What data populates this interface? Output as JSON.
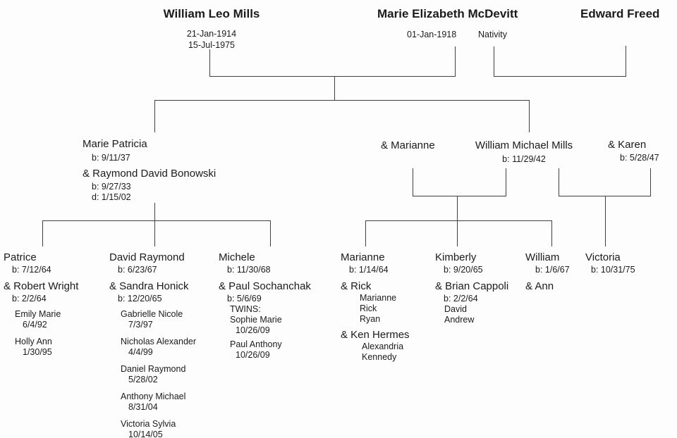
{
  "colors": {
    "background": "#fdfdfd",
    "text": "#1b1b1b",
    "line": "#404040"
  },
  "gen1": {
    "william_leo": {
      "name": "William Leo Mills",
      "birth": "21-Jan-1914",
      "death": "15-Jul-1975"
    },
    "marie_elizabeth": {
      "name": "Marie Elizabeth McDevitt",
      "birth": "01-Jan-1918",
      "note": "Nativity"
    },
    "edward": {
      "name": "Edward Freed"
    }
  },
  "gen2": {
    "marie_patricia": {
      "name": "Marie Patricia",
      "birth": "b: 9/11/37",
      "spouse": "& Raymond David Bonowski",
      "spouse_birth": "b: 9/27/33",
      "spouse_death": "d: 1/15/02"
    },
    "marianne": {
      "name": "& Marianne"
    },
    "william_michael": {
      "name": "William Michael Mills",
      "birth": "b: 11/29/42"
    },
    "karen": {
      "name": "& Karen",
      "birth": "b: 5/28/47"
    }
  },
  "gen3": {
    "patrice": {
      "name": "Patrice",
      "birth": "b: 7/12/64",
      "spouse": "& Robert Wright",
      "spouse_birth": "b: 2/2/64",
      "children": [
        {
          "name": "Emily Marie",
          "date": "6/4/92"
        },
        {
          "name": "Holly Ann",
          "date": "1/30/95"
        }
      ]
    },
    "david": {
      "name": "David Raymond",
      "birth": "b: 6/23/67",
      "spouse": "& Sandra Honick",
      "spouse_birth": "b: 12/20/65",
      "children": [
        {
          "name": "Gabrielle Nicole",
          "date": "7/3/97"
        },
        {
          "name": "Nicholas Alexander",
          "date": "4/4/99"
        },
        {
          "name": "Daniel Raymond",
          "date": "5/28/02"
        },
        {
          "name": "Anthony Michael",
          "date": "8/31/04"
        },
        {
          "name": "Victoria Sylvia",
          "date": "10/14/05"
        }
      ]
    },
    "michele": {
      "name": "Michele",
      "birth": "b: 11/30/68",
      "spouse": "& Paul Sochanchak",
      "spouse_birth": "b: 5/6/69",
      "twins_label": "TWINS:",
      "children": [
        {
          "name": "Sophie Marie",
          "date": "10/26/09"
        },
        {
          "name": "Paul Anthony",
          "date": "10/26/09"
        }
      ]
    },
    "marianne": {
      "name": "Marianne",
      "birth": "b: 1/14/64",
      "spouse1": "& Rick",
      "spouse1_children": [
        "Marianne",
        "Rick",
        "Ryan"
      ],
      "spouse2": "& Ken Hermes",
      "spouse2_children": [
        "Alexandria",
        "Kennedy"
      ]
    },
    "kimberly": {
      "name": "Kimberly",
      "birth": "b: 9/20/65",
      "spouse": "& Brian Cappoli",
      "spouse_birth": "b: 2/2/64",
      "children": [
        "David",
        "Andrew"
      ]
    },
    "william": {
      "name": "William",
      "birth": "b: 1/6/67",
      "spouse": "& Ann"
    },
    "victoria": {
      "name": "Victoria",
      "birth": "b: 10/31/75"
    }
  }
}
